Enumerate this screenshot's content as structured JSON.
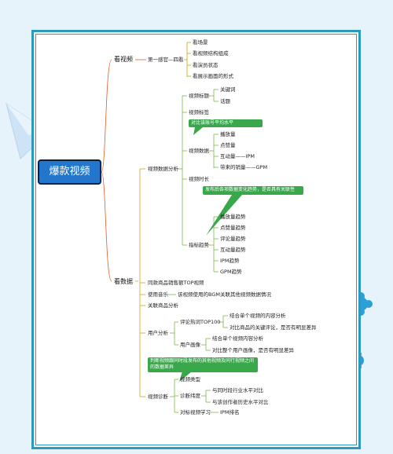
{
  "root": "爆款视频",
  "colors": {
    "frame": "#2a9bbe",
    "root": "#2277cc",
    "branch_red": "#e05a2a",
    "branch_olive": "#c9a21b",
    "branch_green": "#7ab648",
    "note": "#38a84a"
  },
  "branch1": {
    "label": "看视频",
    "sub": "第一感官—四看",
    "items": [
      "看场景",
      "看视频结构组成",
      "看演员状态",
      "看展示画面的形式"
    ]
  },
  "branch2": {
    "label": "看数据",
    "analysis": {
      "label": "视频数据分析",
      "title": {
        "label": "视频标题",
        "items": [
          "关键词",
          "话题"
        ]
      },
      "tag": "视频标签",
      "note1": "对比该账号平均水平",
      "data": {
        "label": "视频数据",
        "items": [
          "播放量",
          "点赞量",
          "互动量——IPM",
          "带来的销量——GPM"
        ]
      },
      "duration": "视频时长",
      "note2": "发布后各项数据变化趋势，是否具有关联性",
      "trend": {
        "label": "指标趋势",
        "items": [
          "播放量趋势",
          "点赞量趋势",
          "评论量趋势",
          "互动量趋势",
          "IPM趋势",
          "GPM趋势"
        ]
      }
    },
    "top": "同款商品销售额TOP视频",
    "music": {
      "label": "使用音乐",
      "desc": "该视频使用的BGM关联其他视频数据情况"
    },
    "related": "关联商品分析",
    "user": {
      "label": "用户分析",
      "comment": {
        "label": "评论热词TOP100",
        "items": [
          "结合单个视频的内容分析",
          "对比商品的关键评论，是否有明显差异"
        ]
      },
      "portrait": {
        "label": "用户画像",
        "items": [
          "结合单个视频内容分析",
          "对比整个用户画像，是否有明显差异"
        ]
      }
    },
    "note3": "判断视频跟同时段发布的其他视频及同行视频之间的数据差异",
    "diagnosis": {
      "label": "视频诊断",
      "type": "视频类型",
      "dim": {
        "label": "诊断纬度",
        "items": [
          "与同时段行业水平对比",
          "与该创作者历史水平对比"
        ]
      },
      "bench": {
        "label": "对标视频学习",
        "item": "IPM排名"
      }
    }
  }
}
